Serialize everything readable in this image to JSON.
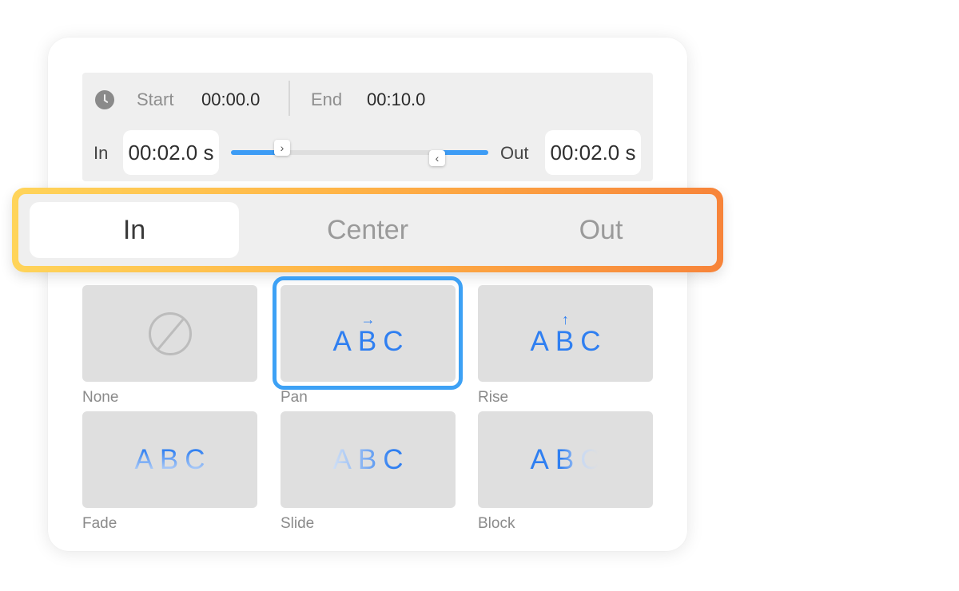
{
  "timing": {
    "start_label": "Start",
    "start_value": "00:00.0",
    "end_label": "End",
    "end_value": "00:10.0",
    "in_label": "In",
    "in_duration": "00:02.0 s",
    "out_label": "Out",
    "out_duration": "00:02.0 s",
    "in_handle_glyph": "›",
    "out_handle_glyph": "‹",
    "in_fraction": 0.2,
    "out_fraction": 0.2
  },
  "tabs": [
    {
      "label": "In",
      "active": true
    },
    {
      "label": "Center",
      "active": false
    },
    {
      "label": "Out",
      "active": false
    }
  ],
  "effects": [
    {
      "label": "None",
      "preview": "",
      "arrow": ""
    },
    {
      "label": "Pan",
      "preview": "ABC",
      "arrow": "→",
      "selected": true
    },
    {
      "label": "Rise",
      "preview": "ABC",
      "arrow": "↑"
    },
    {
      "label": "Fade",
      "preview": "ABC",
      "arrow": ""
    },
    {
      "label": "Slide",
      "preview": "ABC",
      "arrow": ""
    },
    {
      "label": "Block",
      "preview": "ABC",
      "arrow": ""
    }
  ],
  "colors": {
    "accent": "#3d9cf5",
    "preview_text": "#2f7ff1",
    "tab_border_start": "#ffd45a",
    "tab_border_end": "#f7843a"
  }
}
